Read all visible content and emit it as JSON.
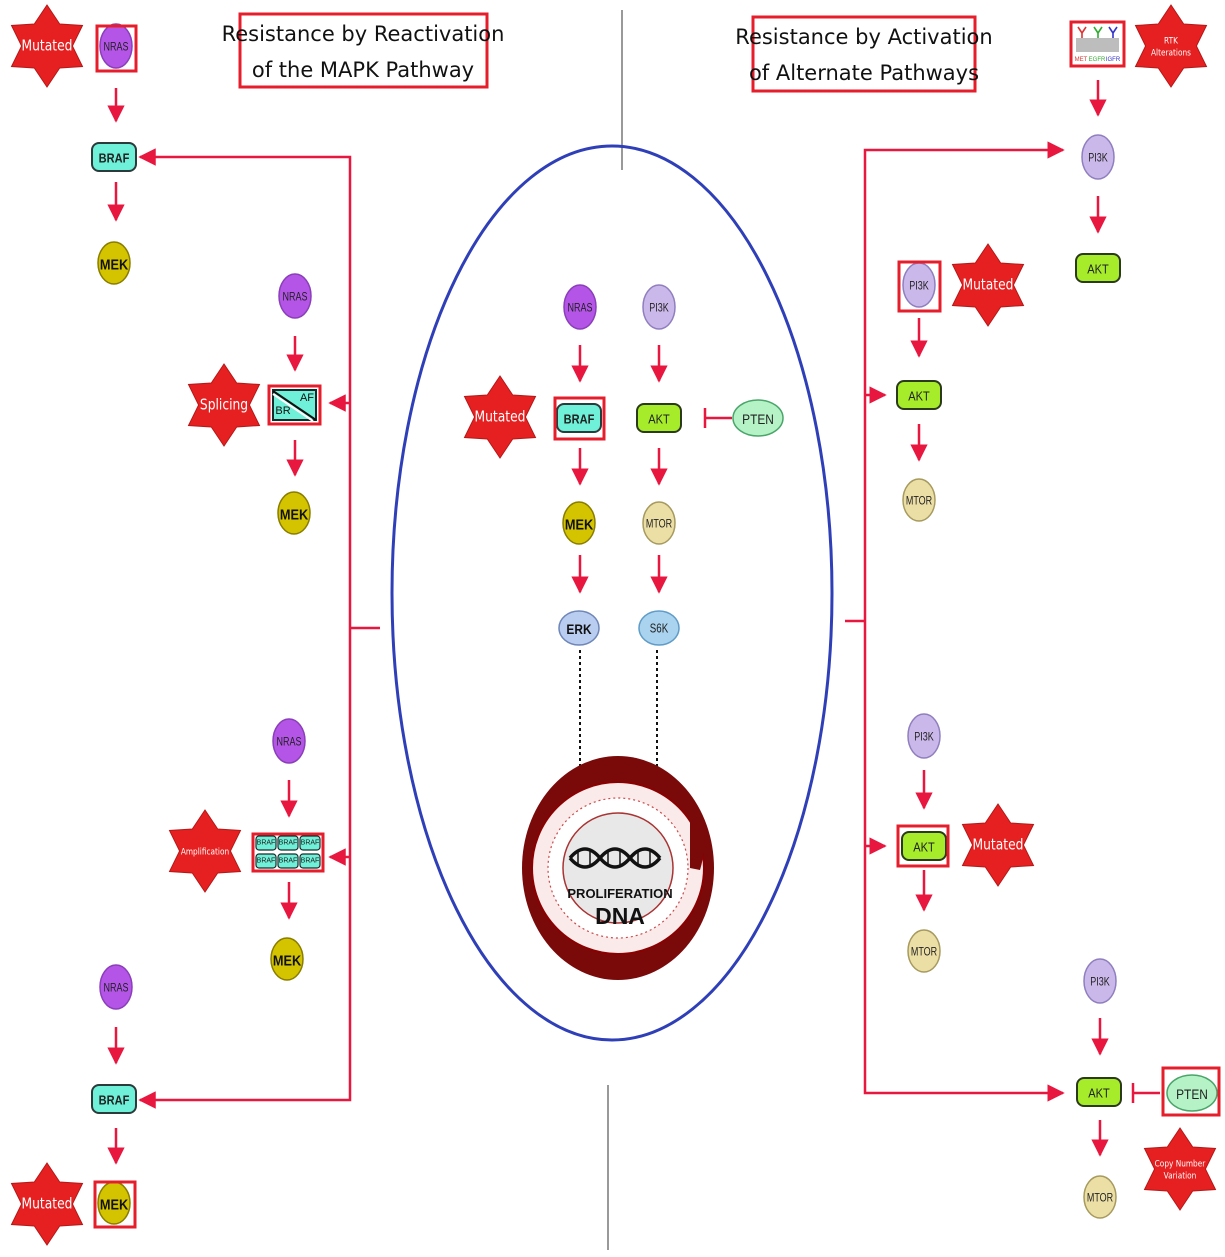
{
  "headers": {
    "left_line1": "Resistance by Reactivation",
    "left_line2": "of the MAPK Pathway",
    "right_line1": "Resistance by Activation",
    "right_line2": "of Alternate Pathways"
  },
  "nodes": {
    "nras": "NRAS",
    "braf": "BRAF",
    "mek": "MEK",
    "erk": "ERK",
    "pi3k": "PI3K",
    "akt": "AKT",
    "mtor": "MTOR",
    "s6k": "S6K",
    "pten": "PTEN"
  },
  "stars": {
    "mutated": "Mutated",
    "splicing": "Splicing",
    "amplification": "Amplification",
    "rtk_line1": "RTK",
    "rtk_line2": "Alterations",
    "cnv_line1": "Copy Number",
    "cnv_line2": "Variation"
  },
  "splice_fragments": {
    "br": "BR",
    "af": "AF"
  },
  "rtk_labels": {
    "met": "MET",
    "egfr": "EGFR",
    "igf": "IGFR"
  },
  "nucleus": {
    "proliferation": "PROLIFERATION",
    "dna": "DNA"
  },
  "colors": {
    "arrow_red": "#e8173f",
    "star_red": "#e62020",
    "cell_blue": "#2e3fb8",
    "nras_purple": "#b455e8",
    "pi3k_lavender": "#cbb8ea",
    "braf_teal": "#6ff0d8",
    "mek_olive": "#d4c400",
    "erk_blue": "#b9cdf0",
    "s6k_blue": "#a9d3ee",
    "akt_green": "#a6ec2a",
    "mtor_tan": "#ecdfa6",
    "pten_green": "#b5f2c6",
    "membrane_red": "#8b0000"
  }
}
